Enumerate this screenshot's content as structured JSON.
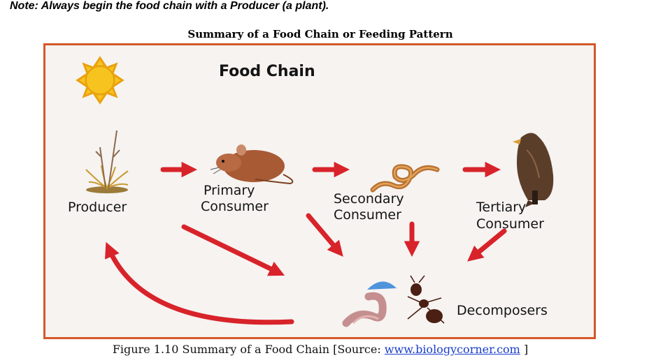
{
  "note": "Note: Always begin the food chain with a Producer (a plant).",
  "summary_title": "Summary of a Food Chain or Feeding Pattern",
  "diagram": {
    "title": "Food Chain",
    "labels": {
      "producer": "Producer",
      "primary_1": "Primary",
      "primary_2": "Consumer",
      "secondary_1": "Secondary",
      "secondary_2": "Consumer",
      "tertiary_1": "Tertiary",
      "tertiary_2": "Consumer",
      "decomposers": "Decomposers"
    },
    "colors": {
      "frame": "#d4582a",
      "arrow": "#d8232a",
      "sun": "#f7c41f"
    }
  },
  "caption": {
    "text": "Figure 1.10 Summary of a Food Chain [Source: ",
    "link": "www.biologycorner.com",
    "end": " ]"
  }
}
